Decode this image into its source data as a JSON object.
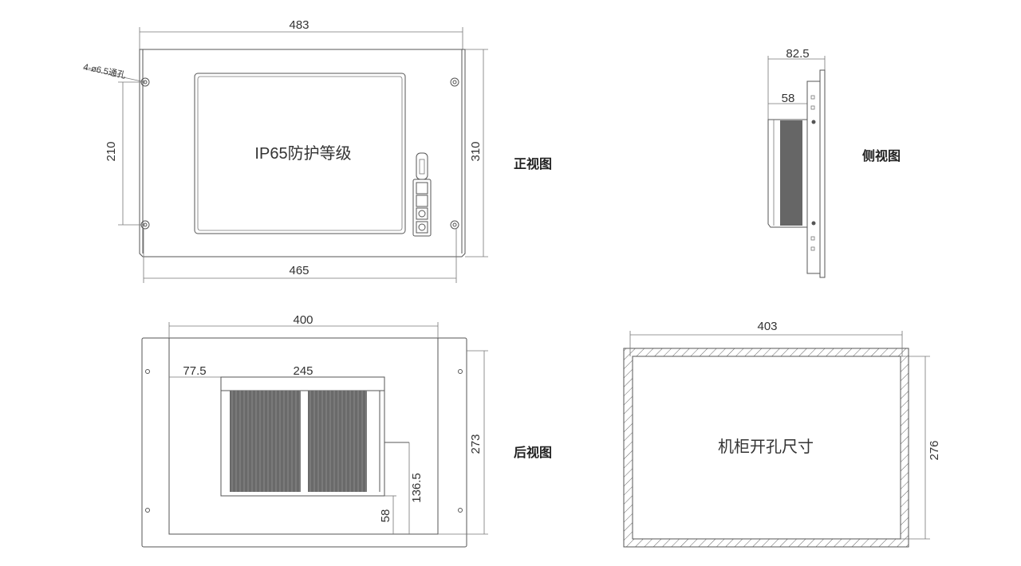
{
  "front_view": {
    "title": "正视图",
    "screen_text": "IP65防护等级",
    "hole_note": "4-ø6.5通孔",
    "dims": {
      "width_total": "483",
      "width_holes": "465",
      "height_total": "310",
      "height_holes": "210"
    }
  },
  "side_view": {
    "title": "侧视图",
    "dims": {
      "depth_total": "82.5",
      "depth_body": "58"
    }
  },
  "rear_view": {
    "title": "后视图",
    "dims": {
      "width": "400",
      "offset_left": "77.5",
      "heatsink_width": "245",
      "height": "273",
      "offset_bottom": "58",
      "offset_step": "136.5"
    }
  },
  "cutout_view": {
    "title": "机柜开孔尺寸",
    "dims": {
      "width": "403",
      "height": "276"
    }
  }
}
